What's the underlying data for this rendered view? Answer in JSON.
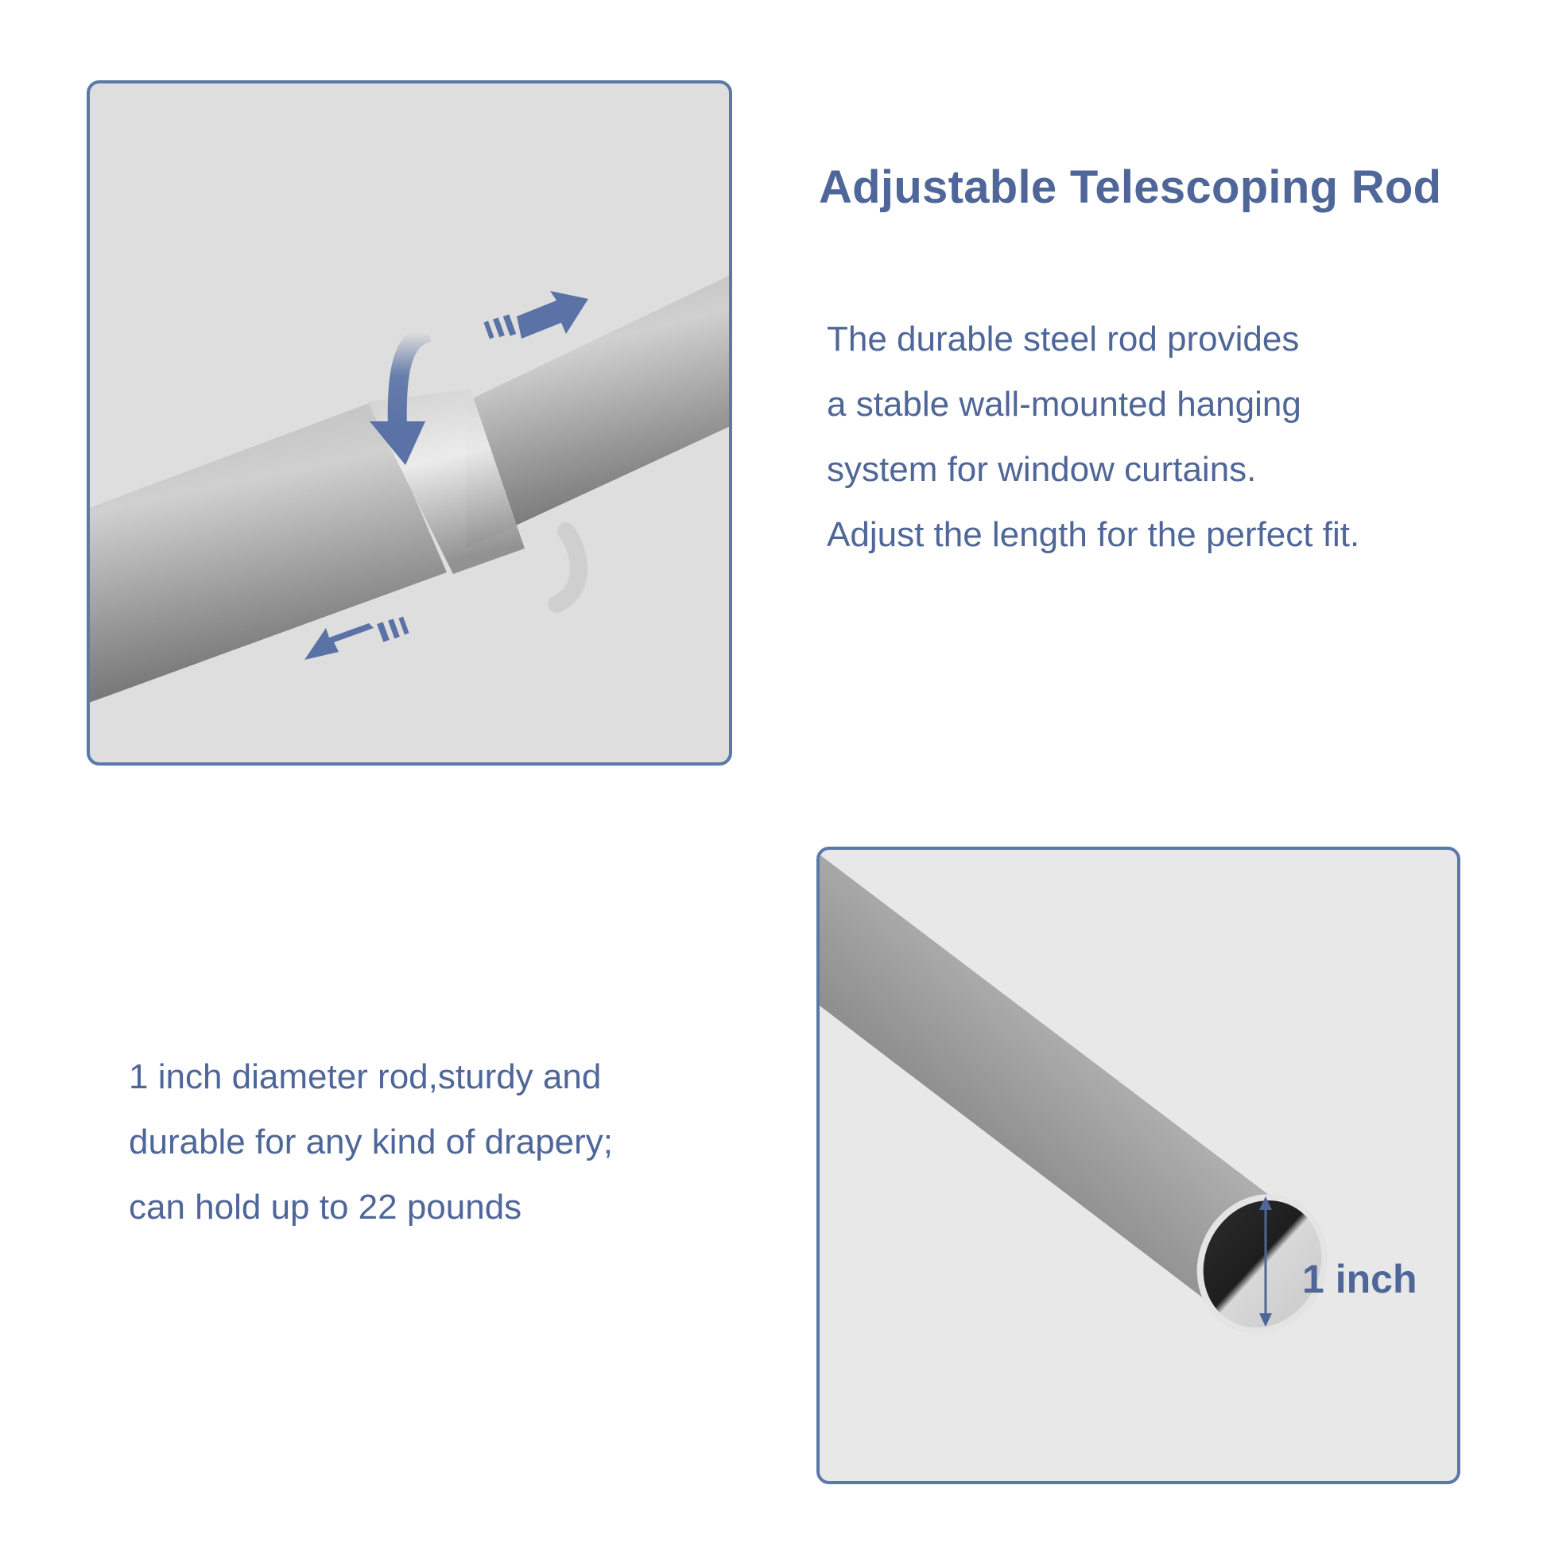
{
  "header": {
    "title": "Adjustable Telescoping Rod"
  },
  "feature_telescoping": {
    "lines": [
      "The durable steel rod provides",
      "a stable wall-mounted hanging",
      "system for window curtains.",
      "Adjust the length for the perfect fit."
    ]
  },
  "feature_diameter": {
    "lines": [
      "1 inch diameter rod,sturdy and",
      "durable for any kind of drapery;",
      "can hold up to 22 pounds"
    ],
    "dimension_label": "1 inch"
  },
  "icons": {
    "extend_right": "arrow-right-icon",
    "retract_left": "arrow-left-icon",
    "twist": "curved-arrow-icon",
    "diameter": "double-arrow-icon"
  },
  "colors": {
    "accent": "#4f6699",
    "border": "#5a78a8",
    "arrow": "#5a72a6",
    "panel_top_bg": "#dedede",
    "panel_bottom_bg": "#e8e8e8"
  }
}
